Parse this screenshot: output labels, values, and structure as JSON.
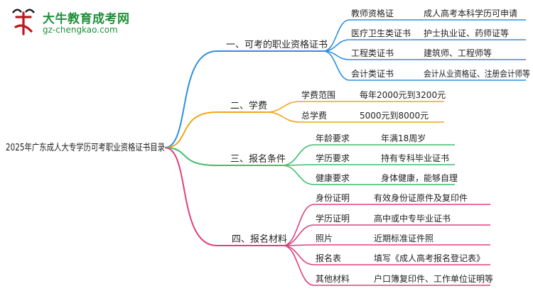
{
  "logo": {
    "mark": "大牛",
    "title": "大牛教育成考网",
    "url": "gz-chengkao.com"
  },
  "root": {
    "label": "2025年广东成人大专学历可考职业资格证书目录"
  },
  "branches": [
    {
      "id": "b1",
      "label": "一、可考的职业资格证书",
      "color": "#2f8fdf",
      "items": [
        {
          "name": "教师资格证",
          "value": "成人高考本科学历可申请"
        },
        {
          "name": "医疗卫生类证书",
          "value": "护士执业证、药师证等"
        },
        {
          "name": "工程类证书",
          "value": "建筑师、工程师等"
        },
        {
          "name": "会计类证书",
          "value": "会计从业资格证、注册会计师等"
        }
      ]
    },
    {
      "id": "b2",
      "label": "二、学费",
      "color": "#f2a516",
      "items": [
        {
          "name": "学费范围",
          "value": "每年2000元到3200元"
        },
        {
          "name": "总学费",
          "value": "5000元到8000元"
        }
      ]
    },
    {
      "id": "b3",
      "label": "三、报名条件",
      "color": "#3dbf6a",
      "items": [
        {
          "name": "年龄要求",
          "value": "年满18周岁"
        },
        {
          "name": "学历要求",
          "value": "持有专科毕业证书"
        },
        {
          "name": "健康要求",
          "value": "身体健康，能够自理"
        }
      ]
    },
    {
      "id": "b4",
      "label": "四、报名材料",
      "color": "#e0407f",
      "items": [
        {
          "name": "身份证明",
          "value": "有效身份证原件及复印件"
        },
        {
          "name": "学历证明",
          "value": "高中或中专毕业证书"
        },
        {
          "name": "照片",
          "value": "近期标准证件照"
        },
        {
          "name": "报名表",
          "value": "填写《成人高考报名登记表》"
        },
        {
          "name": "其他材料",
          "value": "户口簿复印件、工作单位证明等"
        }
      ]
    }
  ]
}
